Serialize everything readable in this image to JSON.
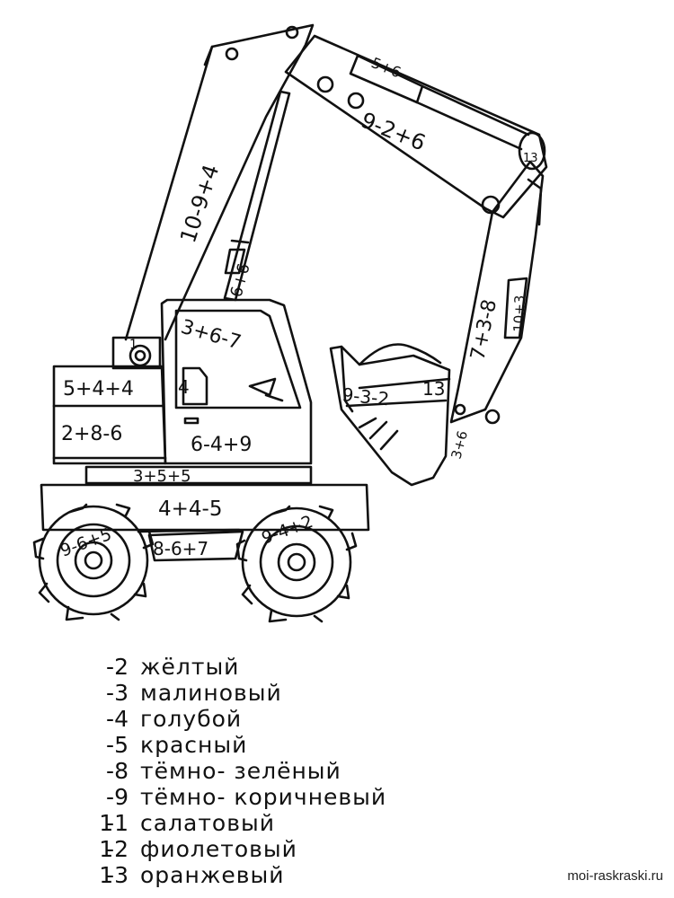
{
  "labels": {
    "arm_upper": "10-9+4",
    "arm_piston_left": "6+6",
    "boom": "9-2+6",
    "boom_cylinder": "5+6",
    "boom_joint": "13",
    "stick": "7+3-8",
    "stick_cylinder": "10+3",
    "bucket_load": "13",
    "bucket": "9-3-2",
    "bucket_link": "3+6",
    "cabin_window": "3+6-7",
    "cabin_seat": "4",
    "cabin_door": "6-4+9",
    "arm_base": "1",
    "engine_top": "5+4+4",
    "engine_bottom": "2+8-6",
    "base_strip": "3+5+5",
    "chassis": "4+4-5",
    "wheel_left": "9-6+5",
    "wheel_right": "9-4+2",
    "fender": "8-6+7"
  },
  "legend": [
    {
      "num": "2",
      "dash": "-",
      "color": "жёлтый"
    },
    {
      "num": "3",
      "dash": "-",
      "color": "малиновый"
    },
    {
      "num": "4",
      "dash": "-",
      "color": "голубой"
    },
    {
      "num": "5",
      "dash": "-",
      "color": "красный"
    },
    {
      "num": "8",
      "dash": "-",
      "color": "тёмно- зелёный"
    },
    {
      "num": "9",
      "dash": "-",
      "color": "тёмно- коричневый"
    },
    {
      "num": "11",
      "dash": "-",
      "color": "салатовый"
    },
    {
      "num": "12",
      "dash": "-",
      "color": "фиолетовый"
    },
    {
      "num": "13",
      "dash": "-",
      "color": "оранжевый"
    }
  ],
  "site": "moi-raskraski.ru",
  "colors": {
    "line": "#111111",
    "background": "#ffffff"
  }
}
